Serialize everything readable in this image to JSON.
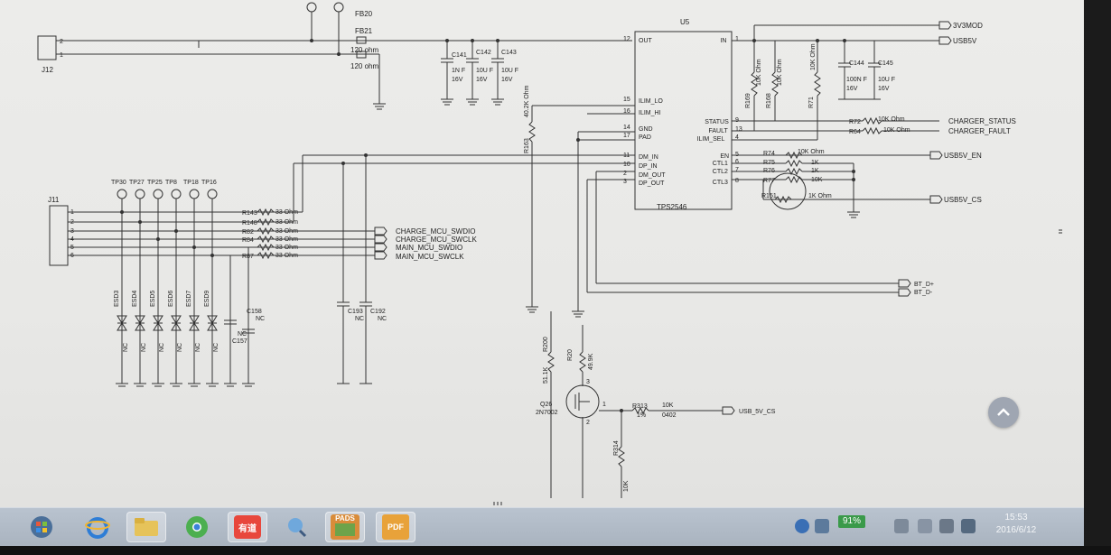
{
  "schematic": {
    "connectors": {
      "j12": "J12",
      "j11": "J11"
    },
    "ferrites": {
      "fb20": "FB20",
      "fb21": "FB21",
      "fb20_val": "120 ohm",
      "fb21_val": "120 ohm"
    },
    "caps": {
      "c141": "C141",
      "c142": "C142",
      "c143": "C143",
      "c141_val": "1N F",
      "c142_val": "10U F",
      "c143_val": "10U F",
      "c141_v": "16V",
      "c142_v": "16V",
      "c143_v": "16V",
      "c144": "C144",
      "c145": "C145",
      "c144_val": "100N F",
      "c145_val": "10U F",
      "c144_v": "16V",
      "c145_v": "16V",
      "c158": "C158",
      "c158_val": "NC",
      "c157": "C157",
      "c157_val": "NC",
      "c193": "C193",
      "c193_val": "NC",
      "c192": "C192",
      "c192_val": "NC"
    },
    "ic": {
      "ref": "U5",
      "part": "TPS2546",
      "pins_left": [
        {
          "num": "12",
          "name": "OUT"
        },
        {
          "num": "15",
          "name": "ILIM_LO"
        },
        {
          "num": "16",
          "name": "ILIM_HI"
        },
        {
          "num": "14",
          "name": "GND"
        },
        {
          "num": "17",
          "name": "PAD"
        },
        {
          "num": "11",
          "name": "DM_IN"
        },
        {
          "num": "10",
          "name": "DP_IN"
        },
        {
          "num": "2",
          "name": "DM_OUT"
        },
        {
          "num": "3",
          "name": "DP_OUT"
        }
      ],
      "pins_right": [
        {
          "num": "1",
          "name": "IN"
        },
        {
          "num": "9",
          "name": "STATUS"
        },
        {
          "num": "13",
          "name": "FAULT"
        },
        {
          "num": "4",
          "name": "ILIM_SEL"
        },
        {
          "num": "5",
          "name": "EN"
        },
        {
          "num": "6",
          "name": "CTL1"
        },
        {
          "num": "7",
          "name": "CTL2"
        },
        {
          "num": "8",
          "name": "CTL3"
        }
      ]
    },
    "nets": {
      "v3v3mod": "3V3MOD",
      "usb5v": "USB5V",
      "charger_status": "CHARGER_STATUS",
      "charger_fault": "CHARGER_FAULT",
      "usb5v_en": "USB5V_EN",
      "usb5v_cs": "USB5V_CS",
      "bt_dp": "BT_D+",
      "bt_dm": "BT_D-",
      "swdio_charge": "CHARGE_MCU_SWDIO",
      "swclk_charge": "CHARGE_MCU_SWCLK",
      "swdio_main": "MAIN_MCU_SWDIO",
      "swclk_main": "MAIN_MCU_SWCLK",
      "q_ctrl": "USB_5V_CS"
    },
    "resistors": {
      "r163": "R163",
      "r163_val": "40.2K Ohm",
      "r169": "R169",
      "r169_val": "10K Ohm",
      "r168": "R168",
      "r168_val": "10K Ohm",
      "r71": "R71",
      "r71_val": "10K Ohm",
      "r72": "R72",
      "r72_val": "10K Ohm",
      "r64": "R64",
      "r64_val": "10K Ohm",
      "r74": "R74",
      "r74_val": "10K Ohm",
      "r75": "R75",
      "r75_val": "1K",
      "r76": "R76",
      "r76_val": "1K",
      "r77": "R77",
      "r77_val": "10K",
      "r151": "R151",
      "r151_val": "1K Ohm",
      "r143": "R143",
      "r148": "R148",
      "r82": "R82",
      "r84": "R84",
      "r87": "R87",
      "r_dbg_val": "33 Ohm",
      "r200": "R200",
      "r200_val": "51.1K",
      "r20": "R20",
      "r20_val": "49.9K",
      "r313": "R313",
      "r313_val": "10K",
      "r313_tol": "1%",
      "r313_pkg": "0402",
      "r314": "R314",
      "r314_val": "10K"
    },
    "testpoints": [
      "TP30",
      "TP27",
      "TP25",
      "TP8",
      "TP18",
      "TP16"
    ],
    "esd": [
      "ESD3",
      "ESD4",
      "ESD5",
      "ESD6",
      "ESD7",
      "ESD9"
    ],
    "esd_val": "NC",
    "pin_nums": {
      "j12_p2": "2",
      "j12_p1": "1",
      "j11": [
        "1",
        "2",
        "3",
        "4",
        "5",
        "6"
      ],
      "q_g": "1",
      "q_d": "3",
      "q_s": "2"
    },
    "mosfet": {
      "ref": "Q26",
      "part": "2N7002"
    }
  },
  "taskbar": {
    "apps": [
      {
        "name": "start",
        "label": ""
      },
      {
        "name": "internet-explorer",
        "label": ""
      },
      {
        "name": "file-explorer",
        "label": ""
      },
      {
        "name": "chrome",
        "label": ""
      },
      {
        "name": "youdao",
        "label": "有道"
      },
      {
        "name": "pinned",
        "label": ""
      },
      {
        "name": "pads",
        "label": "PADS"
      },
      {
        "name": "pdf",
        "label": "PDF"
      }
    ],
    "battery": "91%",
    "clock_time": "15:53",
    "clock_date": "2016/6/12"
  },
  "colors": {
    "wire": "#333333",
    "screen_bg": "#ebebe9",
    "taskbar": "#b3bdc9"
  }
}
